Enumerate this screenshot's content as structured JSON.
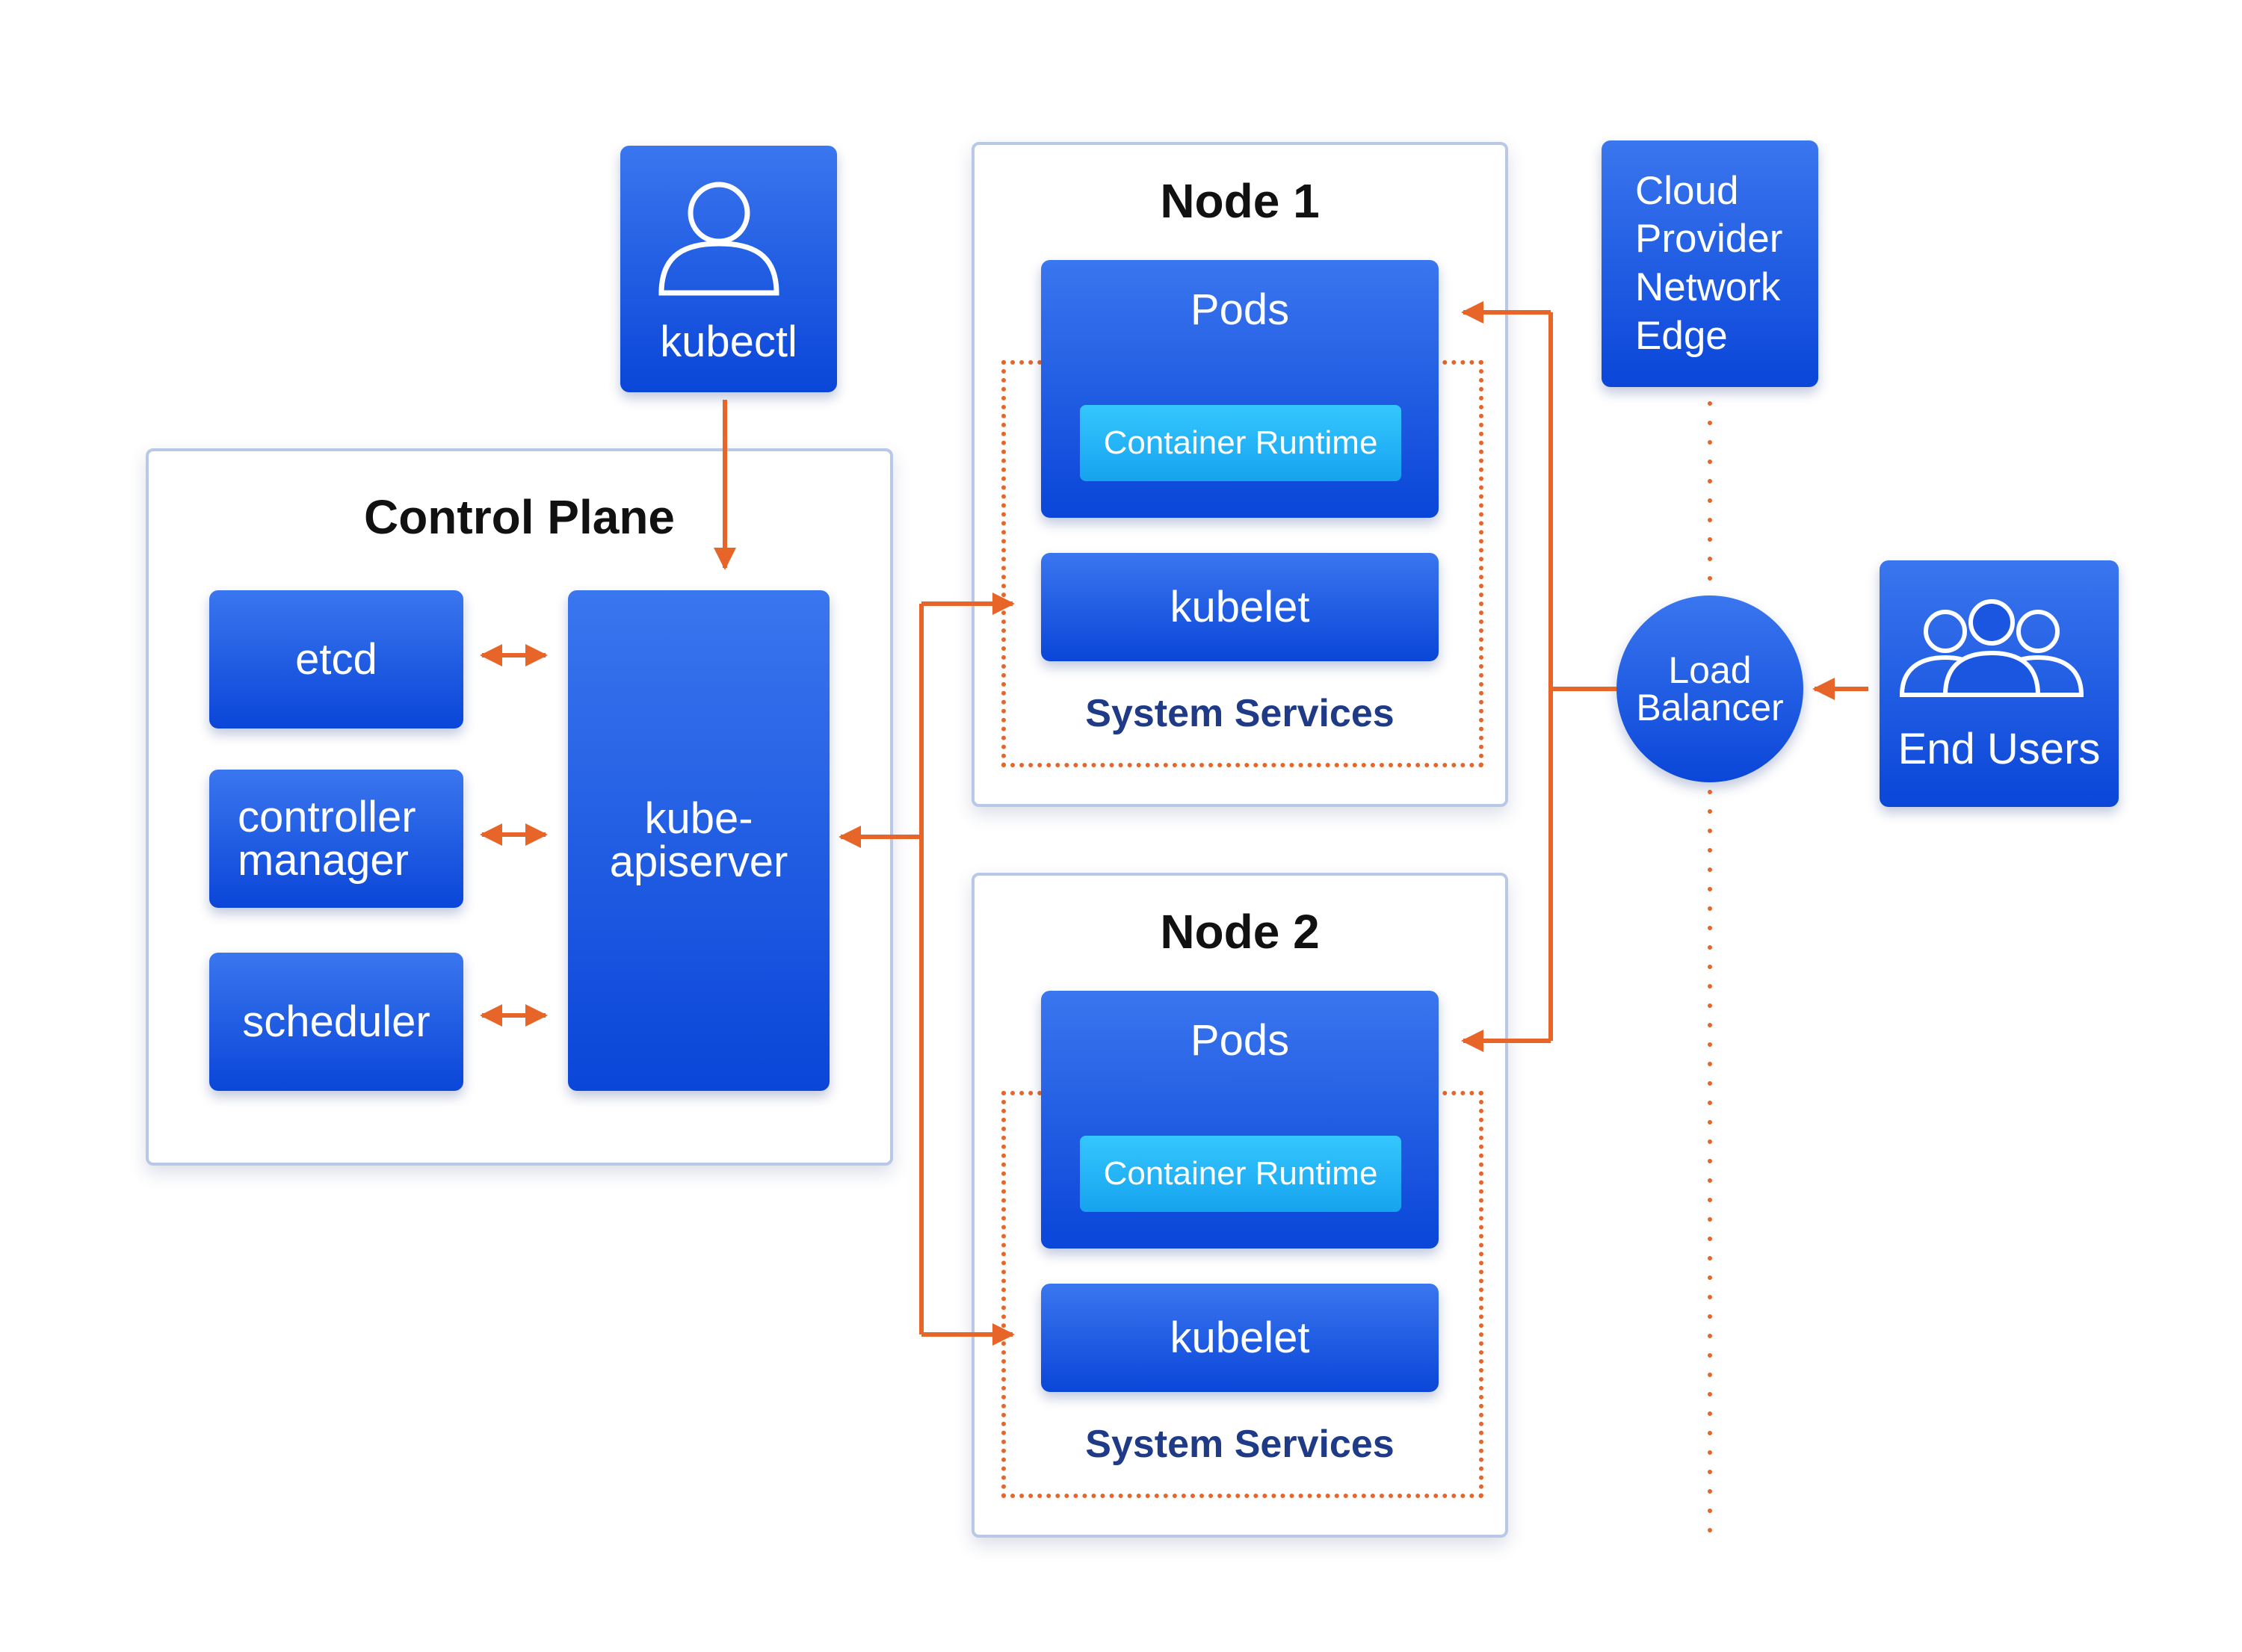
{
  "kubectl": {
    "label": "kubectl",
    "icon": "user-icon"
  },
  "control_plane": {
    "title": "Control Plane",
    "components": {
      "etcd": "etcd",
      "controller_manager_1": "controller",
      "controller_manager_2": "manager",
      "scheduler": "scheduler"
    },
    "apiserver_1": "kube-",
    "apiserver_2": "apiserver"
  },
  "nodes": [
    {
      "title": "Node 1",
      "pods": "Pods",
      "runtime": "Container Runtime",
      "kubelet": "kubelet",
      "system_services": "System Services"
    },
    {
      "title": "Node 2",
      "pods": "Pods",
      "runtime": "Container Runtime",
      "kubelet": "kubelet",
      "system_services": "System Services"
    }
  ],
  "cloud_edge": {
    "line1": "Cloud",
    "line2": "Provider",
    "line3": "Network",
    "line4": "Edge"
  },
  "load_balancer": {
    "line1": "Load",
    "line2": "Balancer"
  },
  "end_users": {
    "label": "End Users",
    "icon": "users-group-icon"
  },
  "colors": {
    "accent_blue": "#0a46d8",
    "arrow_orange": "#e8652a",
    "runtime_cyan": "#15a3ee",
    "panel_border": "#b9c8e6"
  }
}
